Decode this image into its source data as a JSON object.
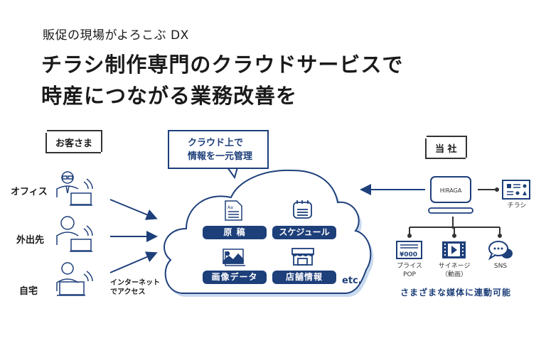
{
  "header": {
    "subtitle": "販促の現場がよろこぶ DX",
    "title_line1": "チラシ制作専門のクラウドサービスで",
    "title_line2": "時産につながる業務改善を"
  },
  "customer": {
    "tag": "お客さま",
    "locations": [
      {
        "label": "オフィス",
        "icon": "office-worker-icon"
      },
      {
        "label": "外出先",
        "icon": "remote-worker-icon"
      },
      {
        "label": "自宅",
        "icon": "home-worker-icon"
      }
    ],
    "access_note_line1": "インターネット",
    "access_note_line2": "でアクセス"
  },
  "cloud": {
    "bubble_line1": "クラウド上で",
    "bubble_line2": "情報を一元管理",
    "items": [
      {
        "label": "原 稿",
        "icon": "document-icon"
      },
      {
        "label": "スケジュール",
        "icon": "calendar-icon"
      },
      {
        "label": "画像データ",
        "icon": "image-icon"
      },
      {
        "label": "店舗情報",
        "icon": "store-icon"
      }
    ],
    "etc": "etc."
  },
  "company": {
    "tag": "当 社",
    "system_name": "HIRAGA",
    "flyer_label": "チラシ",
    "outputs": [
      {
        "label_line1": "プライス",
        "label_line2": "POP",
        "icon": "price-pop-icon"
      },
      {
        "label_line1": "サイネージ",
        "label_line2": "（動画）",
        "icon": "signage-video-icon"
      },
      {
        "label_line1": "SNS",
        "label_line2": "",
        "icon": "sns-chat-icon"
      }
    ],
    "footer": "さまざまな媒体に連動可能"
  },
  "colors": {
    "navy": "#1d3f7a",
    "cloud_shadow": "#c9daf0",
    "text": "#1a1a1a"
  }
}
